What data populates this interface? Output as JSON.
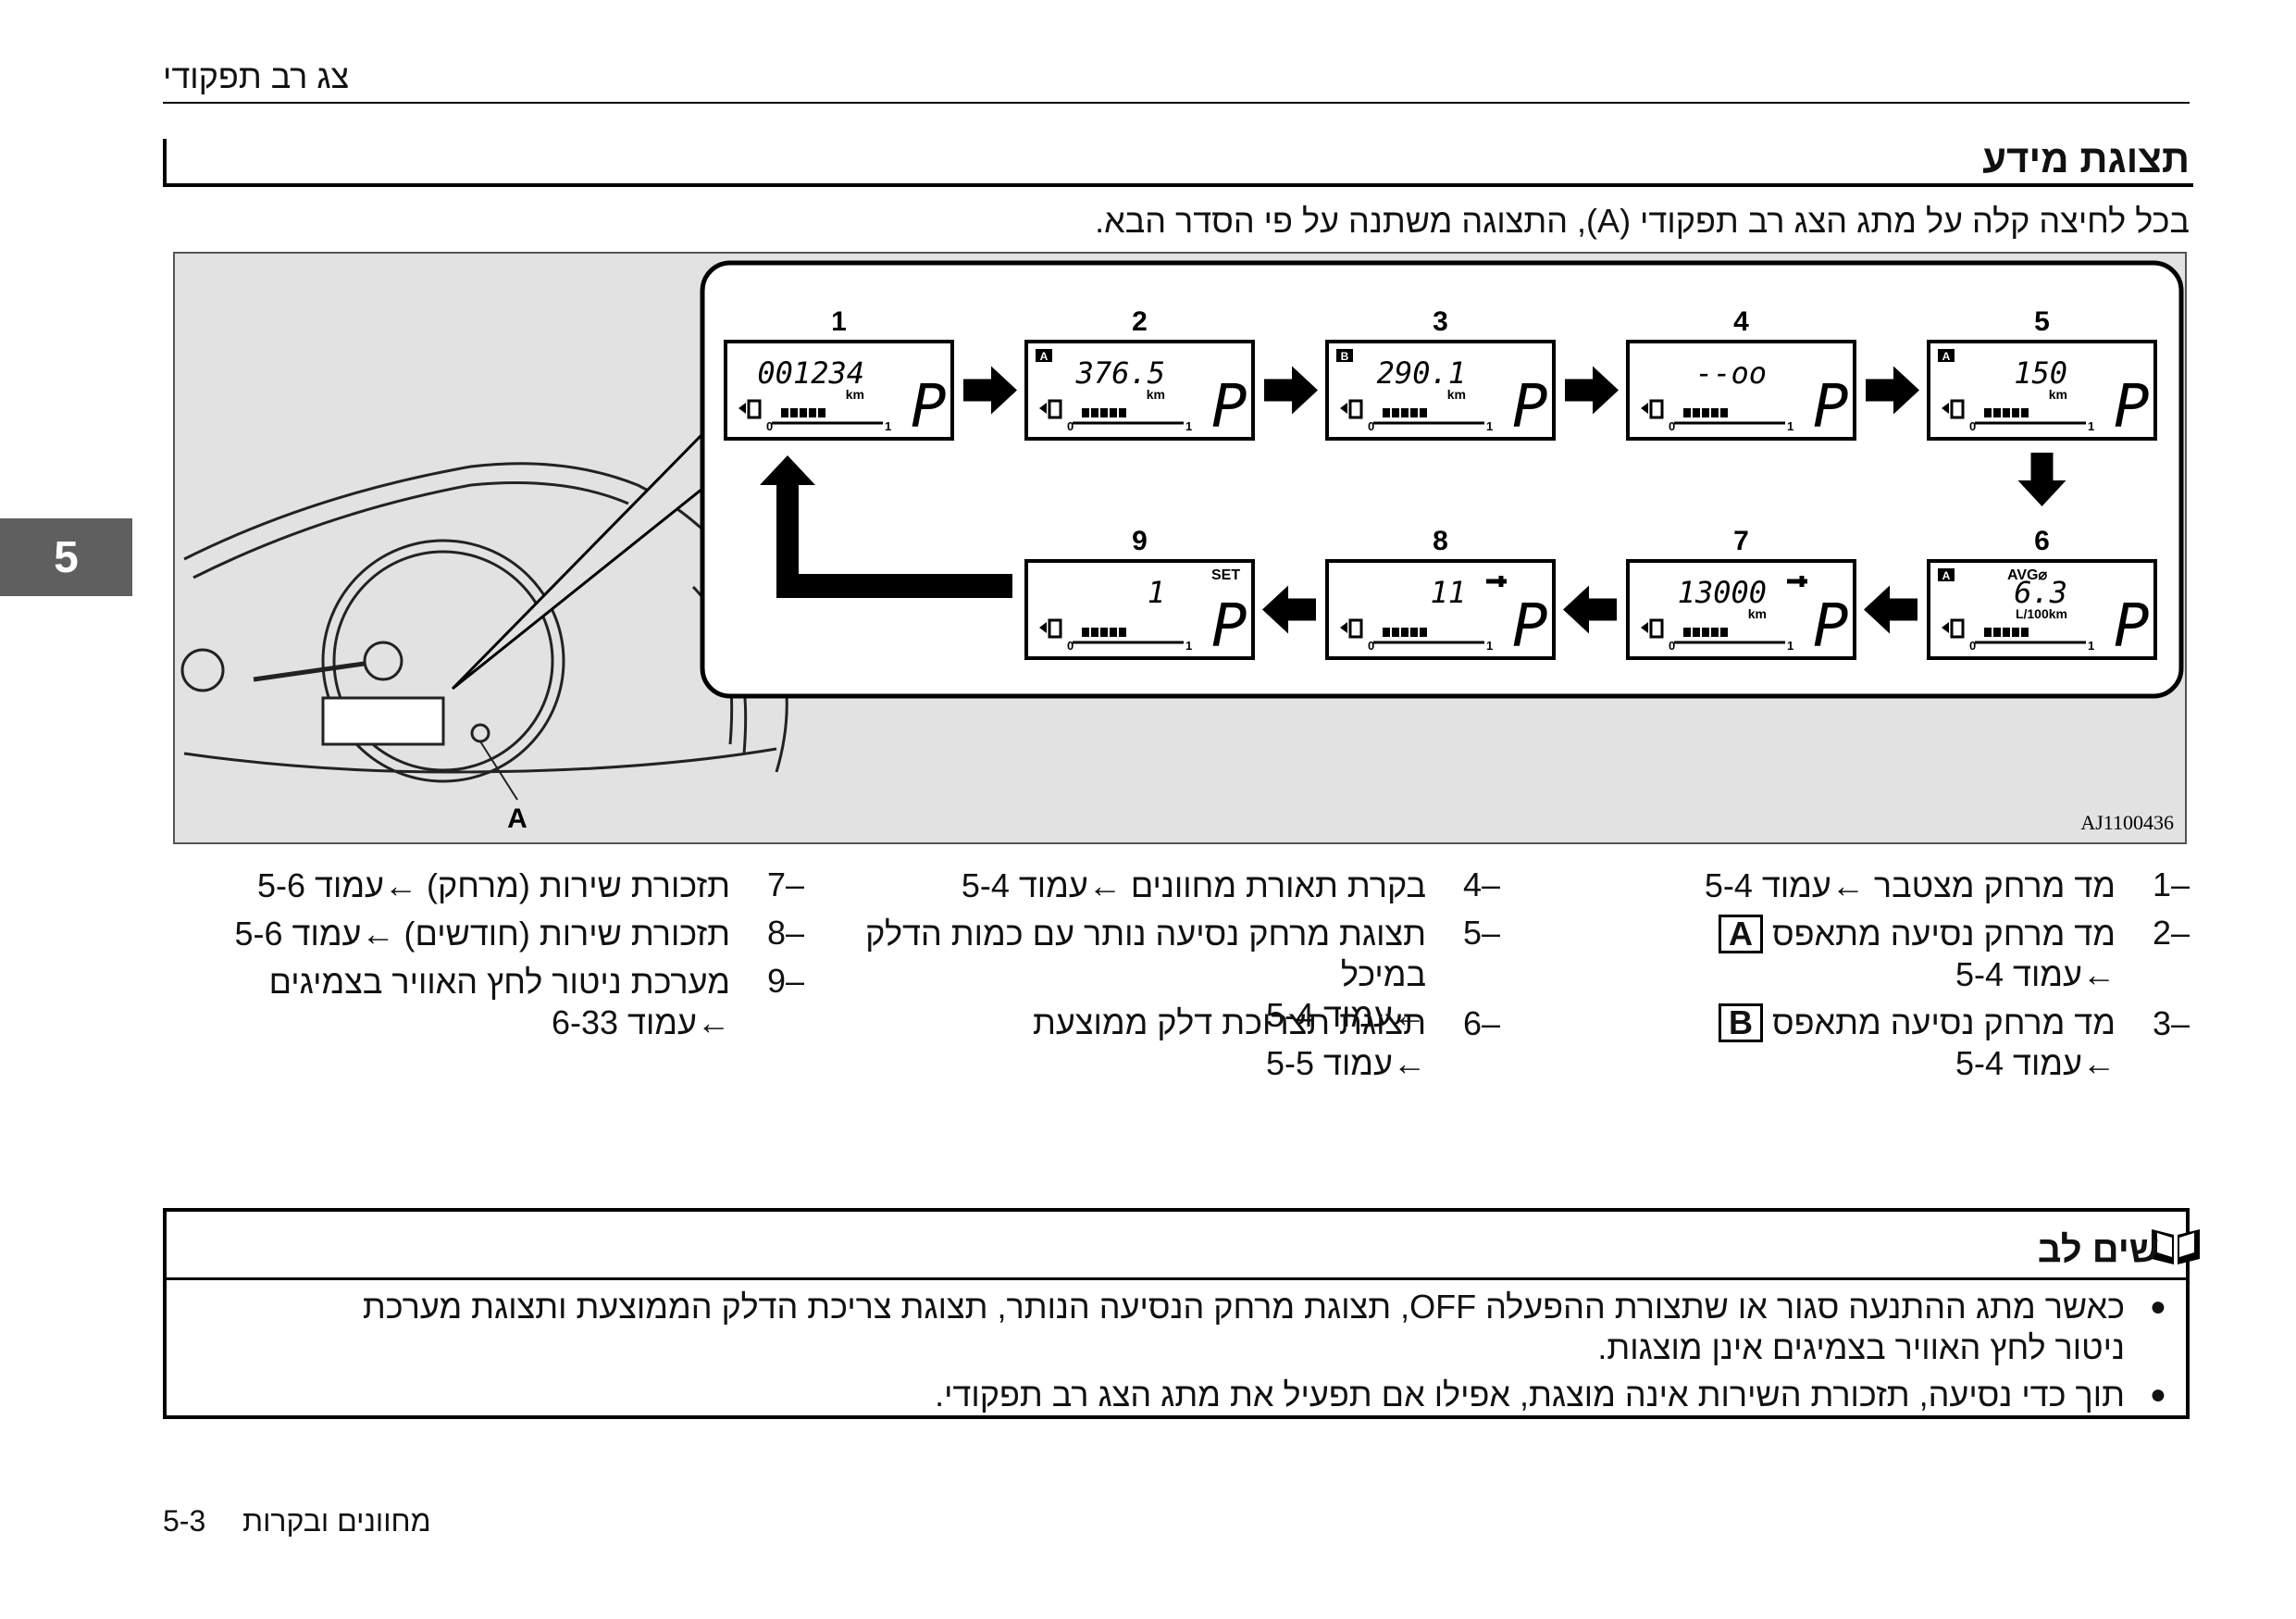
{
  "running_header": "צג רב תפקודי",
  "section_title": "תצוגת מידע",
  "intro_text": "בכל לחיצה קלה על מתג הצג רב תפקודי (A), התצוגה משתנה על פי הסדר הבא.",
  "chapter_tab": "5",
  "figure": {
    "code": "AJ1100436",
    "callout_letter": "A",
    "panels": [
      {
        "num": "1",
        "value": "001234",
        "unit": "km",
        "badge": "",
        "extra": ""
      },
      {
        "num": "2",
        "value": "376.5",
        "unit": "km",
        "badge": "A",
        "extra": ""
      },
      {
        "num": "3",
        "value": "290.1",
        "unit": "km",
        "badge": "B",
        "extra": ""
      },
      {
        "num": "4",
        "value": "--oo",
        "unit": "",
        "badge": "",
        "extra": ""
      },
      {
        "num": "5",
        "value": "150",
        "unit": "km",
        "badge": "A",
        "extra": ""
      },
      {
        "num": "6",
        "value": "6.3",
        "unit": "L/100km",
        "badge": "A",
        "extra": "AVG⌀"
      },
      {
        "num": "7",
        "value": "13000",
        "unit": "km",
        "badge": "",
        "extra": ""
      },
      {
        "num": "8",
        "value": "11",
        "unit": "",
        "badge": "",
        "extra": ""
      },
      {
        "num": "9",
        "value": "1",
        "unit": "",
        "badge": "",
        "extra": "SET"
      }
    ],
    "gear": "P",
    "bar_min": "0",
    "bar_max": "1"
  },
  "legend": [
    {
      "num": "–1",
      "text": "מד מרחק מצטבר",
      "ref": "←עמוד 5-4"
    },
    {
      "num": "–2",
      "text": "מד מרחק נסיעה מתאפס",
      "box": "A",
      "ref": "←עמוד 5-4"
    },
    {
      "num": "–3",
      "text": "מד מרחק נסיעה מתאפס",
      "box": "B",
      "ref": "←עמוד 5-4"
    },
    {
      "num": "–4",
      "text": "בקרת תאורת מחוונים",
      "ref": "←עמוד 5-4"
    },
    {
      "num": "–5",
      "text": "תצוגת מרחק נסיעה נותר עם כמות הדלק במיכל",
      "ref": "←עמוד 5-4"
    },
    {
      "num": "–6",
      "text": "תצוגת תצרוכת דלק ממוצעת",
      "ref": "←עמוד 5-5"
    },
    {
      "num": "–7",
      "text": "תזכורת שירות (מרחק)",
      "ref": "←עמוד 5-6"
    },
    {
      "num": "–8",
      "text": "תזכורת שירות (חודשים)",
      "ref": "←עמוד 5-6"
    },
    {
      "num": "–9",
      "text": "מערכת ניטור לחץ האוויר בצמיגים",
      "ref": "←עמוד 6-33"
    }
  ],
  "note": {
    "title": "שים לב",
    "bullets": [
      "כאשר מתג ההתנעה סגור או שתצורת ההפעלה OFF, תצוגת מרחק הנסיעה הנותר, תצוגת צריכת הדלק הממוצעת ותצוגת מערכת ניטור לחץ האוויר בצמיגים אינן מוצגות.",
      "תוך כדי נסיעה, תזכורת השירות אינה מוצגת, אפילו אם תפעיל את מתג הצג רב תפקודי."
    ]
  },
  "footer": {
    "page_number": "5-3",
    "chapter_name": "מחוונים ובקרות"
  }
}
